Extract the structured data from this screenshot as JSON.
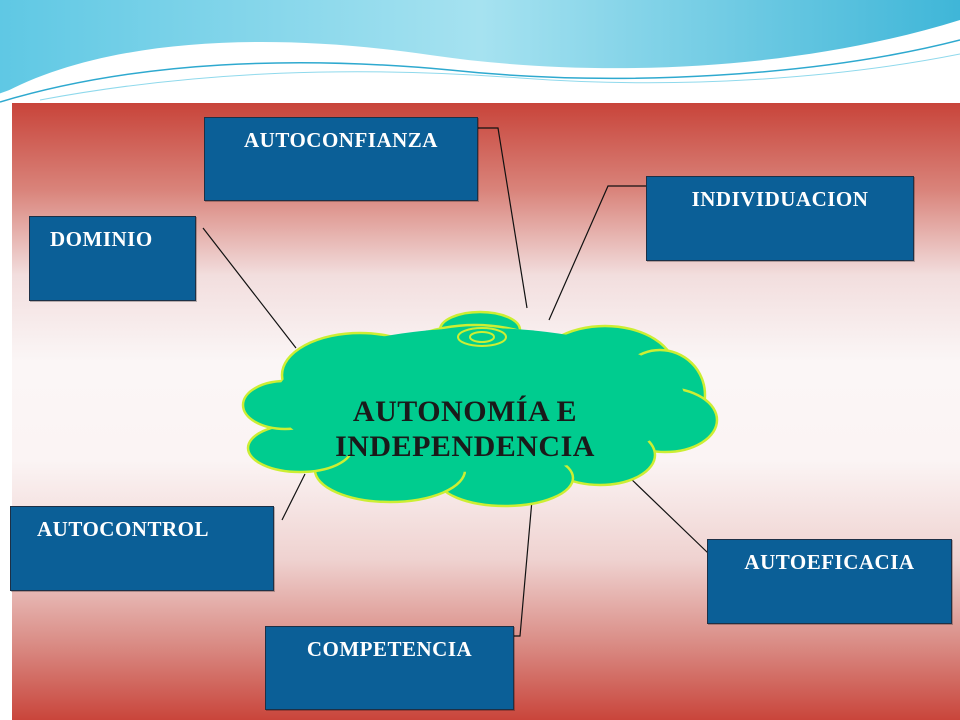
{
  "diagram": {
    "center": {
      "line1": "AUTONOMÍA E",
      "line2": "INDEPENDENCIA"
    },
    "concepts": [
      {
        "id": "autoconfianza",
        "label": "AUTOCONFIANZA"
      },
      {
        "id": "individuacion",
        "label": "INDIVIDUACION"
      },
      {
        "id": "dominio",
        "label": "DOMINIO"
      },
      {
        "id": "autocontrol",
        "label": "AUTOCONTROL"
      },
      {
        "id": "autoeficacia",
        "label": "AUTOEFICACIA"
      },
      {
        "id": "competencia",
        "label": "COMPETENCIA"
      }
    ]
  },
  "colors": {
    "box_fill": "#0b5f97",
    "cloud_fill": "#00cc8f",
    "cloud_outline": "#ccee33",
    "panel_red": "#c8443a",
    "swoosh_blue": "#4ec3e0"
  }
}
